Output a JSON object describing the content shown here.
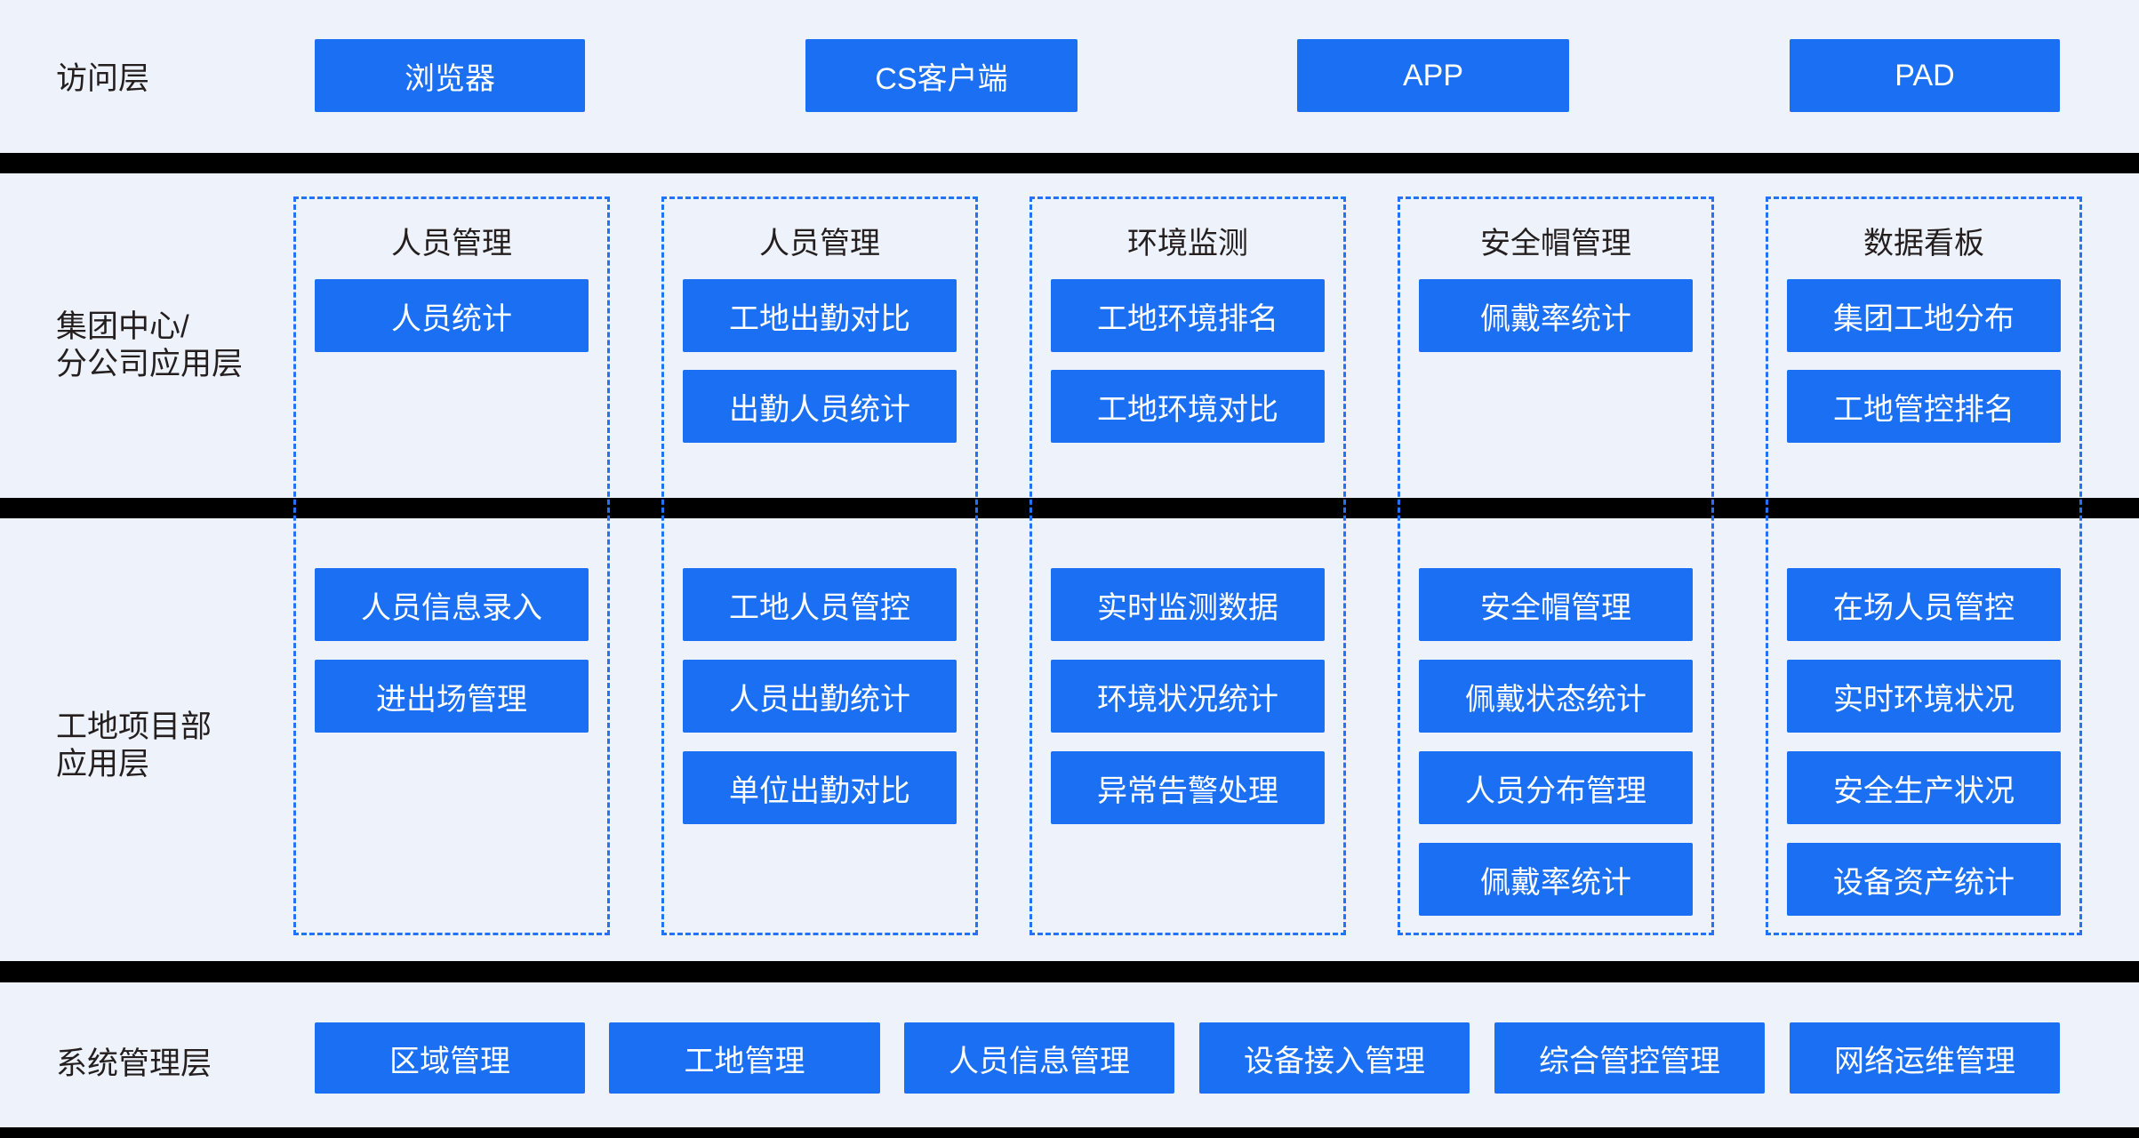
{
  "colors": {
    "background": "#edf2fb",
    "primary_blue": "#1a6ff3",
    "dashed_border_blue": "#2472f5",
    "separator_black": "#000000",
    "label_text": "#241f1e",
    "button_text": "#ffffff"
  },
  "access_layer": {
    "label": "访问层",
    "items": [
      "浏览器",
      "CS客户端",
      "APP",
      "PAD"
    ]
  },
  "group_layer": {
    "label_line1": "集团中心/",
    "label_line2": "分公司应用层"
  },
  "site_layer": {
    "label_line1": "工地项目部",
    "label_line2": "应用层"
  },
  "system_layer": {
    "label": "系统管理层",
    "items": [
      "区域管理",
      "工地管理",
      "人员信息管理",
      "设备接入管理",
      "综合管控管理",
      "网络运维管理"
    ]
  },
  "columns": [
    {
      "title": "人员管理",
      "group_items": [
        "人员统计"
      ],
      "site_items": [
        "人员信息录入",
        "进出场管理"
      ]
    },
    {
      "title": "人员管理",
      "group_items": [
        "工地出勤对比",
        "出勤人员统计"
      ],
      "site_items": [
        "工地人员管控",
        "人员出勤统计",
        "单位出勤对比"
      ]
    },
    {
      "title": "环境监测",
      "group_items": [
        "工地环境排名",
        "工地环境对比"
      ],
      "site_items": [
        "实时监测数据",
        "环境状况统计",
        "异常告警处理"
      ]
    },
    {
      "title": "安全帽管理",
      "group_items": [
        "佩戴率统计"
      ],
      "site_items": [
        "安全帽管理",
        "佩戴状态统计",
        "人员分布管理",
        "佩戴率统计"
      ]
    },
    {
      "title": "数据看板",
      "group_items": [
        "集团工地分布",
        "工地管控排名"
      ],
      "site_items": [
        "在场人员管控",
        "实时环境状况",
        "安全生产状况",
        "设备资产统计"
      ]
    }
  ]
}
